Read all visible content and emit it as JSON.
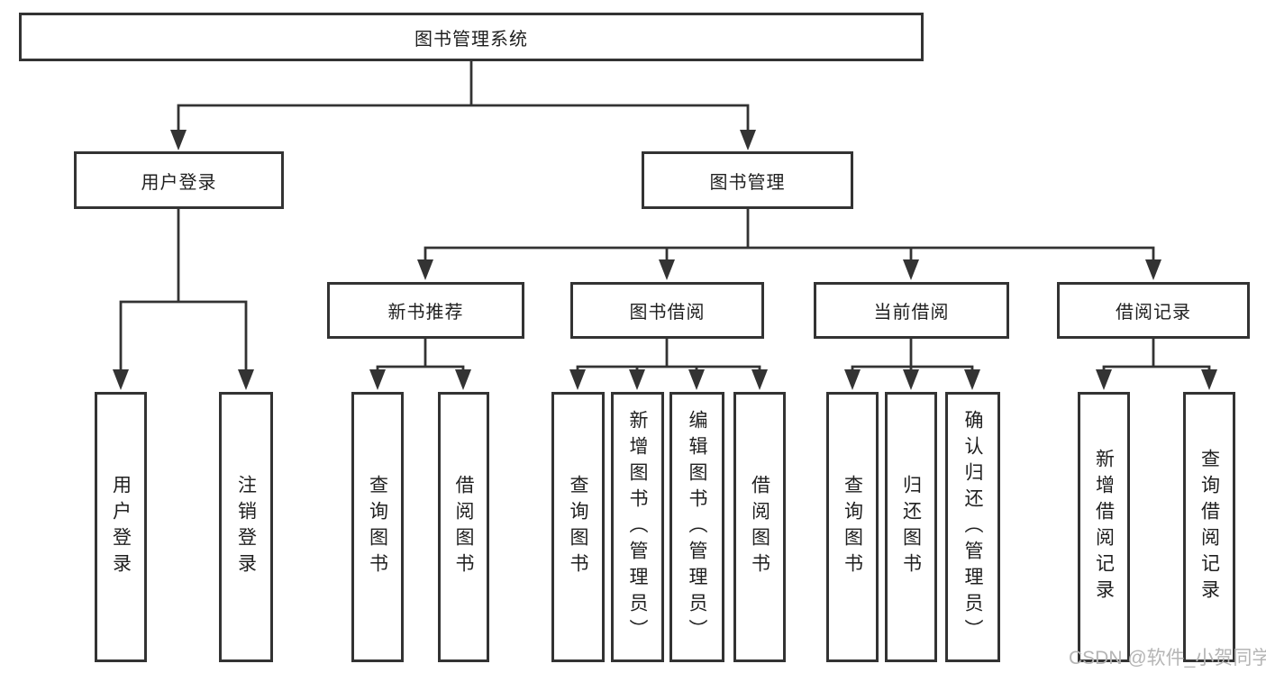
{
  "tree": {
    "root": {
      "label": "图书管理系统"
    },
    "branches": [
      {
        "label": "用户登录",
        "children": [
          {
            "label": "用户登录"
          },
          {
            "label": "注销登录"
          }
        ]
      },
      {
        "label": "图书管理",
        "sections": [
          {
            "label": "新书推荐",
            "children": [
              {
                "label": "查询图书"
              },
              {
                "label": "借阅图书"
              }
            ]
          },
          {
            "label": "图书借阅",
            "children": [
              {
                "label": "查询图书"
              },
              {
                "label": "新增图书（管理员）"
              },
              {
                "label": "编辑图书（管理员）"
              },
              {
                "label": "借阅图书"
              }
            ]
          },
          {
            "label": "当前借阅",
            "children": [
              {
                "label": "查询图书"
              },
              {
                "label": "归还图书"
              },
              {
                "label": "确认归还（管理员）"
              }
            ]
          },
          {
            "label": "借阅记录",
            "children": [
              {
                "label": "新增借阅记录"
              },
              {
                "label": "查询借阅记录"
              }
            ]
          }
        ]
      }
    ]
  },
  "watermark": {
    "text": "CSDN @软件_小贺同学"
  },
  "colors": {
    "line": "#333333",
    "text": "#1f1f1f",
    "watermark": "#b5b5b5",
    "background": "#ffffff"
  }
}
